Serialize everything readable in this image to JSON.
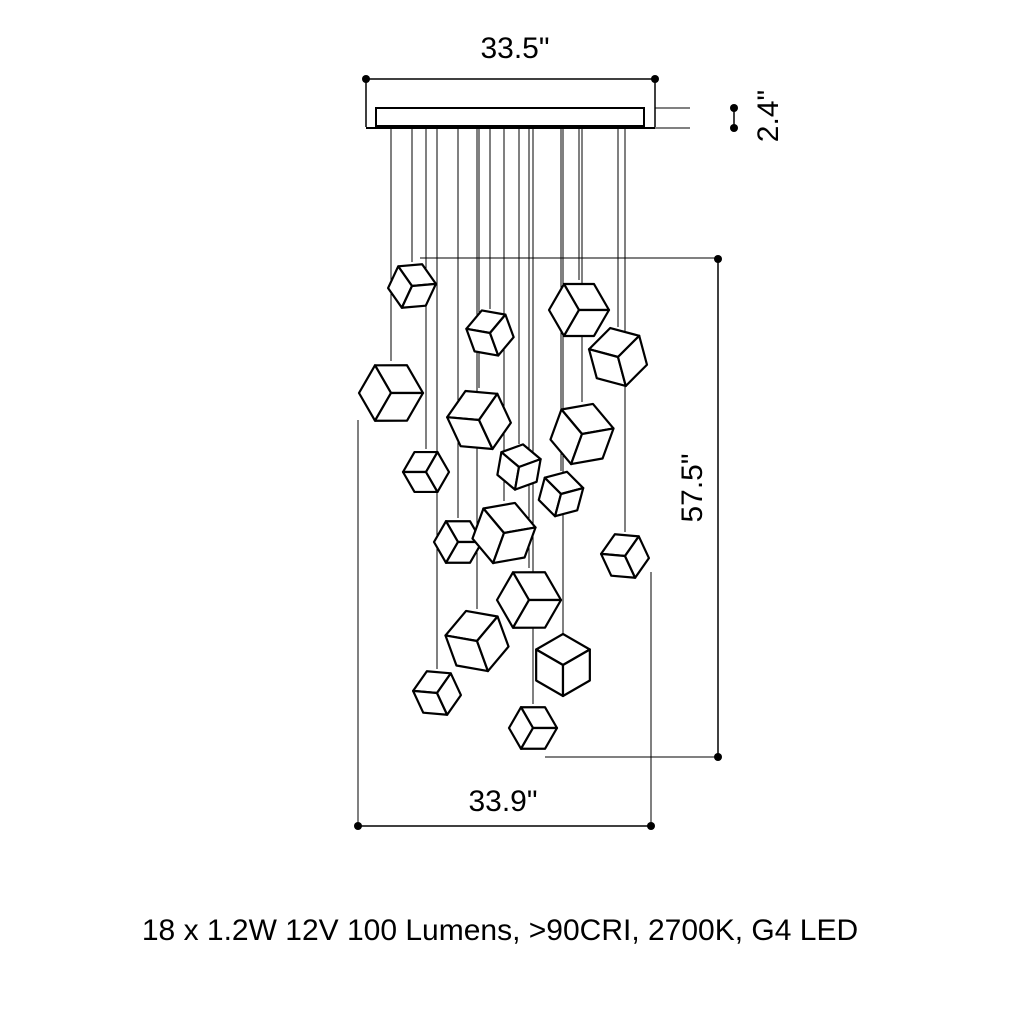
{
  "dimensions": {
    "canopy_width": "33.5\"",
    "canopy_height": "2.4\"",
    "drop_height": "57.5\"",
    "overall_width": "33.9\""
  },
  "spec_line": "18 x 1.2W 12V 100 Lumens, >90CRI, 2700K, G4 LED",
  "colors": {
    "line": "#000000",
    "background": "#ffffff"
  }
}
